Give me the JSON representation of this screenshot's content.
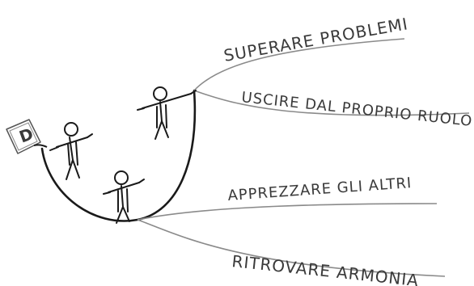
{
  "diagram": {
    "badge_letter": "D",
    "branches": [
      {
        "label": "SUPERARE PROBLEMI"
      },
      {
        "label": "USCIRE DAL PROPRIO RUOLO"
      },
      {
        "label": "APPREZZARE GLI ALTRI"
      },
      {
        "label": "RITROVARE ARMONIA"
      }
    ]
  },
  "colors": {
    "main_stroke": "#1a1a1a",
    "branch_stroke": "#8a8a8a",
    "text": "#3a3a3a"
  }
}
